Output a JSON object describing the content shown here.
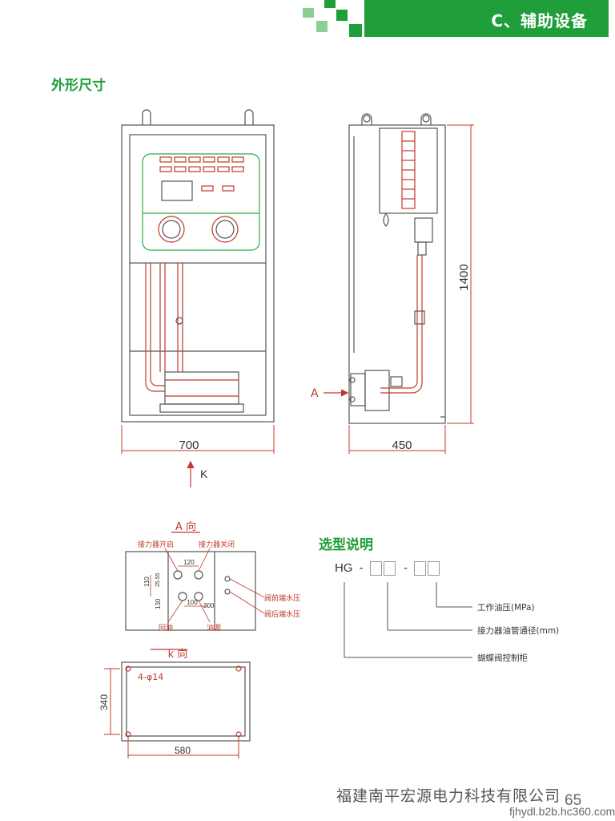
{
  "header": {
    "title": "C、辅助设备",
    "accent_color": "#1f9e3a"
  },
  "sections": {
    "outline_title": "外形尺寸",
    "selection_title": "选型说明"
  },
  "front_view": {
    "width_dim": "700",
    "k_label": "K"
  },
  "side_view": {
    "depth_dim": "450",
    "height_dim": "1400",
    "a_label": "A"
  },
  "a_view": {
    "title": "A 向",
    "label_open": "接力器开启",
    "label_close": "接力器关闭",
    "label_before_valve": "阀前端水压",
    "label_after_valve": "阀后端水压",
    "label_return_oil": "回油",
    "label_oil_source": "油源",
    "dim_120": "120",
    "dim_110": "110",
    "dim_25_55": "25.55",
    "dim_130": "130",
    "dim_100": "100",
    "dim_200": "200"
  },
  "k_view": {
    "title": "k 向",
    "hole_label": "4-φ14",
    "dim_340": "340",
    "dim_580": "580"
  },
  "model_code": {
    "prefix": "HG",
    "dash": "-",
    "label_pressure": "工作油压(MPa)",
    "label_pipe": "接力器油管通径(mm)",
    "label_cabinet": "蝴蝶阀控制柜"
  },
  "footer": {
    "company": "福建南平宏源电力科技有限公司",
    "page_number": "65",
    "url": "fjhydl.b2b.hc360.com"
  }
}
